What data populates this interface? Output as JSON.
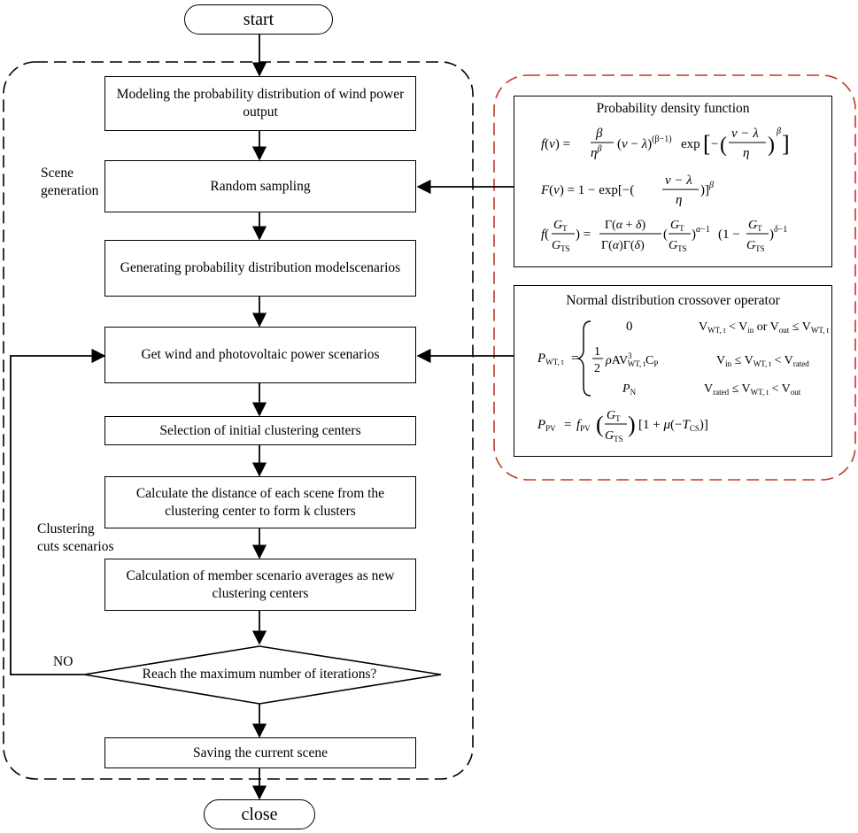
{
  "terminals": {
    "start": "start",
    "end": "close"
  },
  "groups": {
    "scene_generation": "Scene\ngeneration",
    "clustering": "Clustering\ncuts scenarios"
  },
  "steps": [
    "Modeling the probability distribution of wind power output",
    "Random sampling",
    "Generating probability distribution modelscenarios",
    "Get wind and photovoltaic power scenarios",
    "Selection of initial clustering centers",
    "Calculate the distance of each scene from the clustering center to form k clusters",
    "Calculation of member scenario averages as new clustering centers",
    "Saving the current scene"
  ],
  "decision": {
    "question": "Reach the maximum number of iterations?",
    "no_label": "NO"
  },
  "formula_panels": {
    "pdf_title": "Probability density function",
    "normal_title": "Normal distribution crossover operator"
  }
}
